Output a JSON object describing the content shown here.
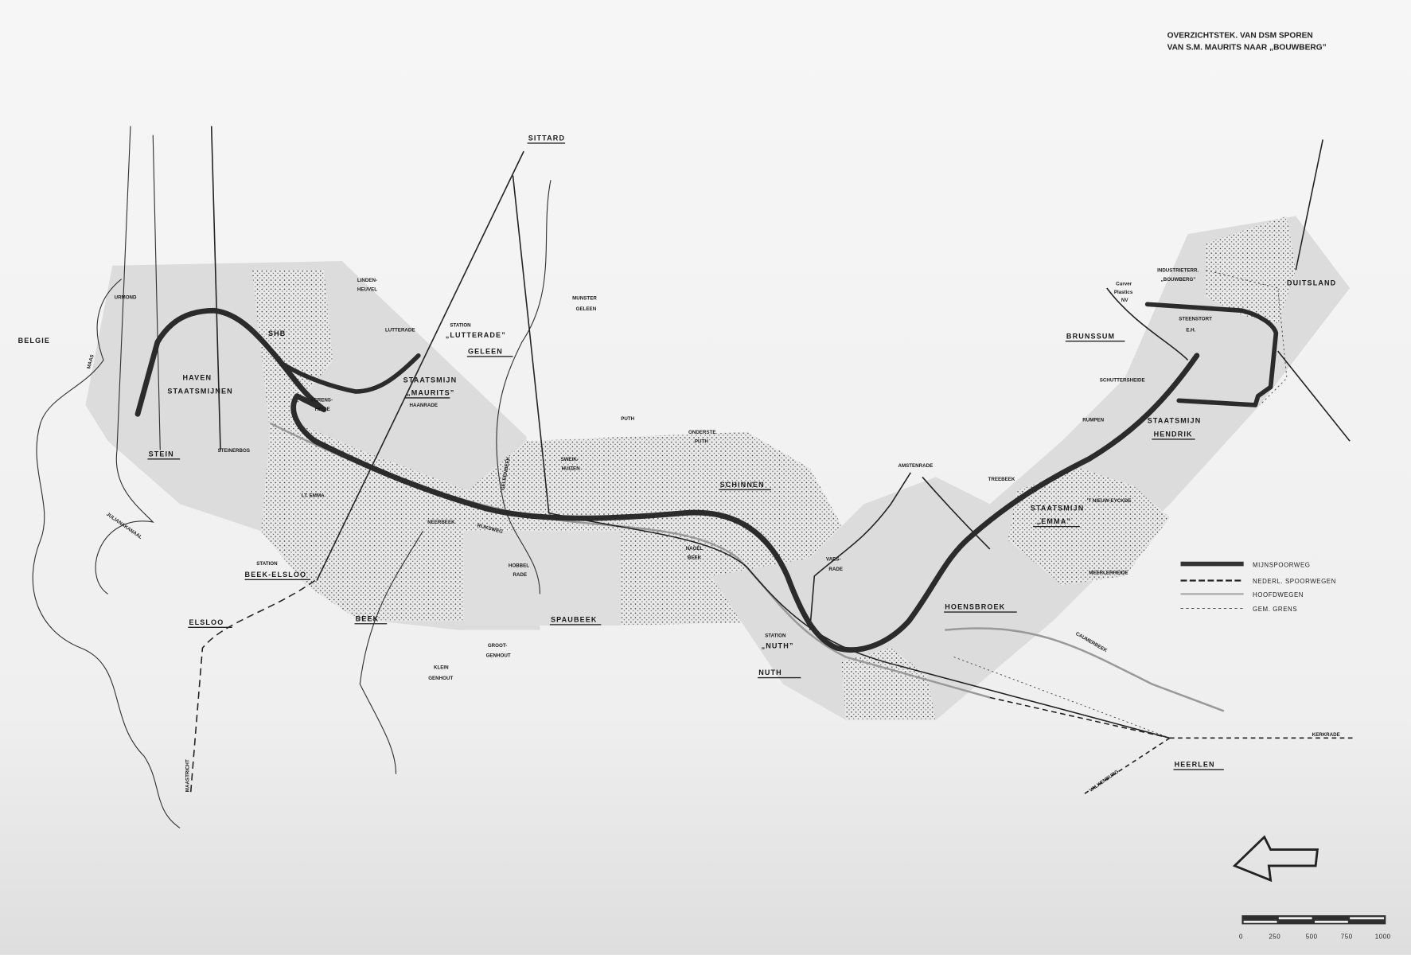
{
  "title": {
    "line1": "OVERZICHTSTEK. VAN DSM SPOREN",
    "line2": "VAN S.M. MAURITS NAAR „BOUWBERG”"
  },
  "legend": {
    "items": [
      {
        "label": "MIJNSPOORWEG",
        "style": "thick-dark"
      },
      {
        "label": "NEDERL. SPOORWEGEN",
        "style": "dashed"
      },
      {
        "label": "HOOFDWEGEN",
        "style": "double-grey"
      },
      {
        "label": "GEM. GRENS",
        "style": "dotted"
      }
    ]
  },
  "scale_bar": {
    "ticks": [
      "0",
      "250",
      "500",
      "750",
      "1000"
    ]
  },
  "colors": {
    "rail": "#2b2b2b",
    "shade": "#dcdcdc",
    "paper": "#f3f3f3"
  },
  "north_arrow": "north-arrow-icon",
  "labels": {
    "belgie": "BELGIE",
    "maas": "MAAS",
    "urmond": "URMOND",
    "haven1": "HAVEN",
    "haven2": "STAATSMIJNEN",
    "stein": "STEIN",
    "steinerbos": "STEINERBOS",
    "shb": "SHB",
    "linden1": "LINDEN-",
    "linden2": "HEUVEL",
    "lutterade": "LUTTERADE",
    "station_lutterade1": "STATION",
    "station_lutterade2": "„LUTTERADE”",
    "sittard": "SITTARD",
    "munster1": "MUNSTER",
    "munster2": "GELEEN",
    "geleen": "GELEEN",
    "maurits1": "STAATSMIJN",
    "maurits2": "„MAURITS”",
    "kerensheide1": "KERENS-",
    "kerensheide2": "HEIDE",
    "haanrade": "HAANRADE",
    "geleenbeek": "GELEENBEEK",
    "puth": "PUTH",
    "onderste1": "ONDERSTE",
    "onderste2": "PUTH",
    "sweik1": "SWEIK-",
    "sweik2": "HUIZEN",
    "schinnen": "SCHINNEN",
    "emma_lt": "LT. EMMA",
    "neerbeek": "NEERBEEK",
    "rijksweg": "RIJKSWEG",
    "station_beek": "STATION",
    "beek_elsloo": "BEEK-ELSLOO",
    "hobbel1": "HOBBEL",
    "hobbel2": "RADE",
    "nagel1": "NAGEL",
    "nagel2": "BEEK",
    "beek": "BEEK",
    "spaubeek": "SPAUBEEK",
    "elsloo": "ELSLOO",
    "groot1": "GROOT-",
    "groot2": "GENHOUT",
    "klein1": "KLEIN",
    "klein2": "GENHOUT",
    "station_nuth1": "STATION",
    "station_nuth2": "„NUTH”",
    "nuth": "NUTH",
    "vaes1": "VAES-",
    "vaes2": "RADE",
    "amstenrade": "AMSTENRADE",
    "treebeek": "TREEBEEK",
    "hoensbroek": "HOENSBROEK",
    "emma1": "STAATSMIJN",
    "emma2": "„EMMA”",
    "nieuw_eyckde": "'T NIEUW-EYCKDE",
    "meerlerheide": "MEERLERHEIDE",
    "caumerbeek": "CAUMERBEEK",
    "brunssum": "BRUNSSUM",
    "schuttersheide": "SCHUTTERSHEIDE",
    "rumpen": "RUMPEN",
    "hendrik1": "STAATSMIJN",
    "hendrik2": "HENDRIK",
    "steenstort1": "STEENSTORT",
    "steenstort2": "E.H.",
    "bouwberg1": "INDUSTRIETERR.",
    "bouwberg2": "„BOUWBERG”",
    "curver1": "Curver",
    "curver2": "Plastics",
    "curver3": "NV",
    "duitsland": "DUITSLAND",
    "heerlen": "HEERLEN",
    "kerkrade": "KERKRADE",
    "valkenburg": "VALKENBURG",
    "maastricht": "MAASTRICHT",
    "julianakanaal": "JULIANAKANAAL"
  }
}
